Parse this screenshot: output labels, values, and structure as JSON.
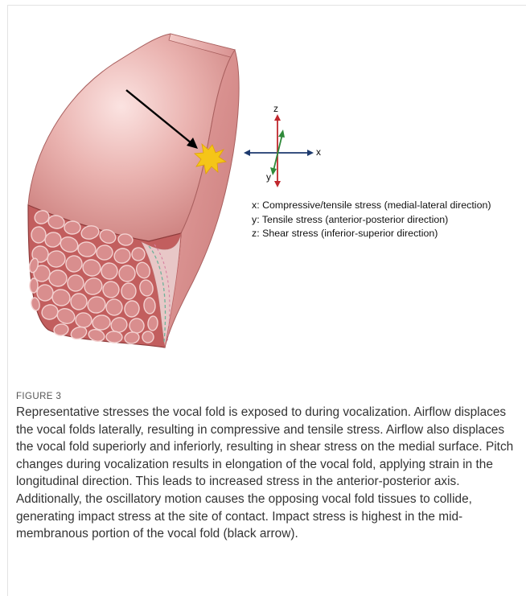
{
  "axes": {
    "z": "z",
    "x": "x",
    "y": "y"
  },
  "legend": [
    "x: Compressive/tensile stress (medial-lateral direction)",
    "y: Tensile stress (anterior-posterior direction)",
    "z: Shear stress (inferior-superior direction)"
  ],
  "figure": {
    "label": "FIGURE 3",
    "caption": "Representative stresses the vocal fold is exposed to during vocalization. Airflow displaces the vocal folds laterally, resulting in compressive and tensile stress. Airflow also displaces the vocal fold superiorly and inferiorly, resulting in shear stress on the medial surface. Pitch changes during vocalization results in elongation of the vocal fold, applying strain in the longitudinal direction. This leads to increased stress in the anterior-posterior axis. Additionally, the oscillatory motion causes the opposing vocal fold tissues to collide, generating impact stress at the site of contact. Impact stress is highest in the mid-membranous portion of the vocal fold (black arrow)."
  },
  "colors": {
    "x_axis": "#1d3a6e",
    "y_axis": "#2f8a3a",
    "z_axis": "#c0272d",
    "impact_burst": "#f5c518",
    "tissue": "#d98e8e"
  }
}
